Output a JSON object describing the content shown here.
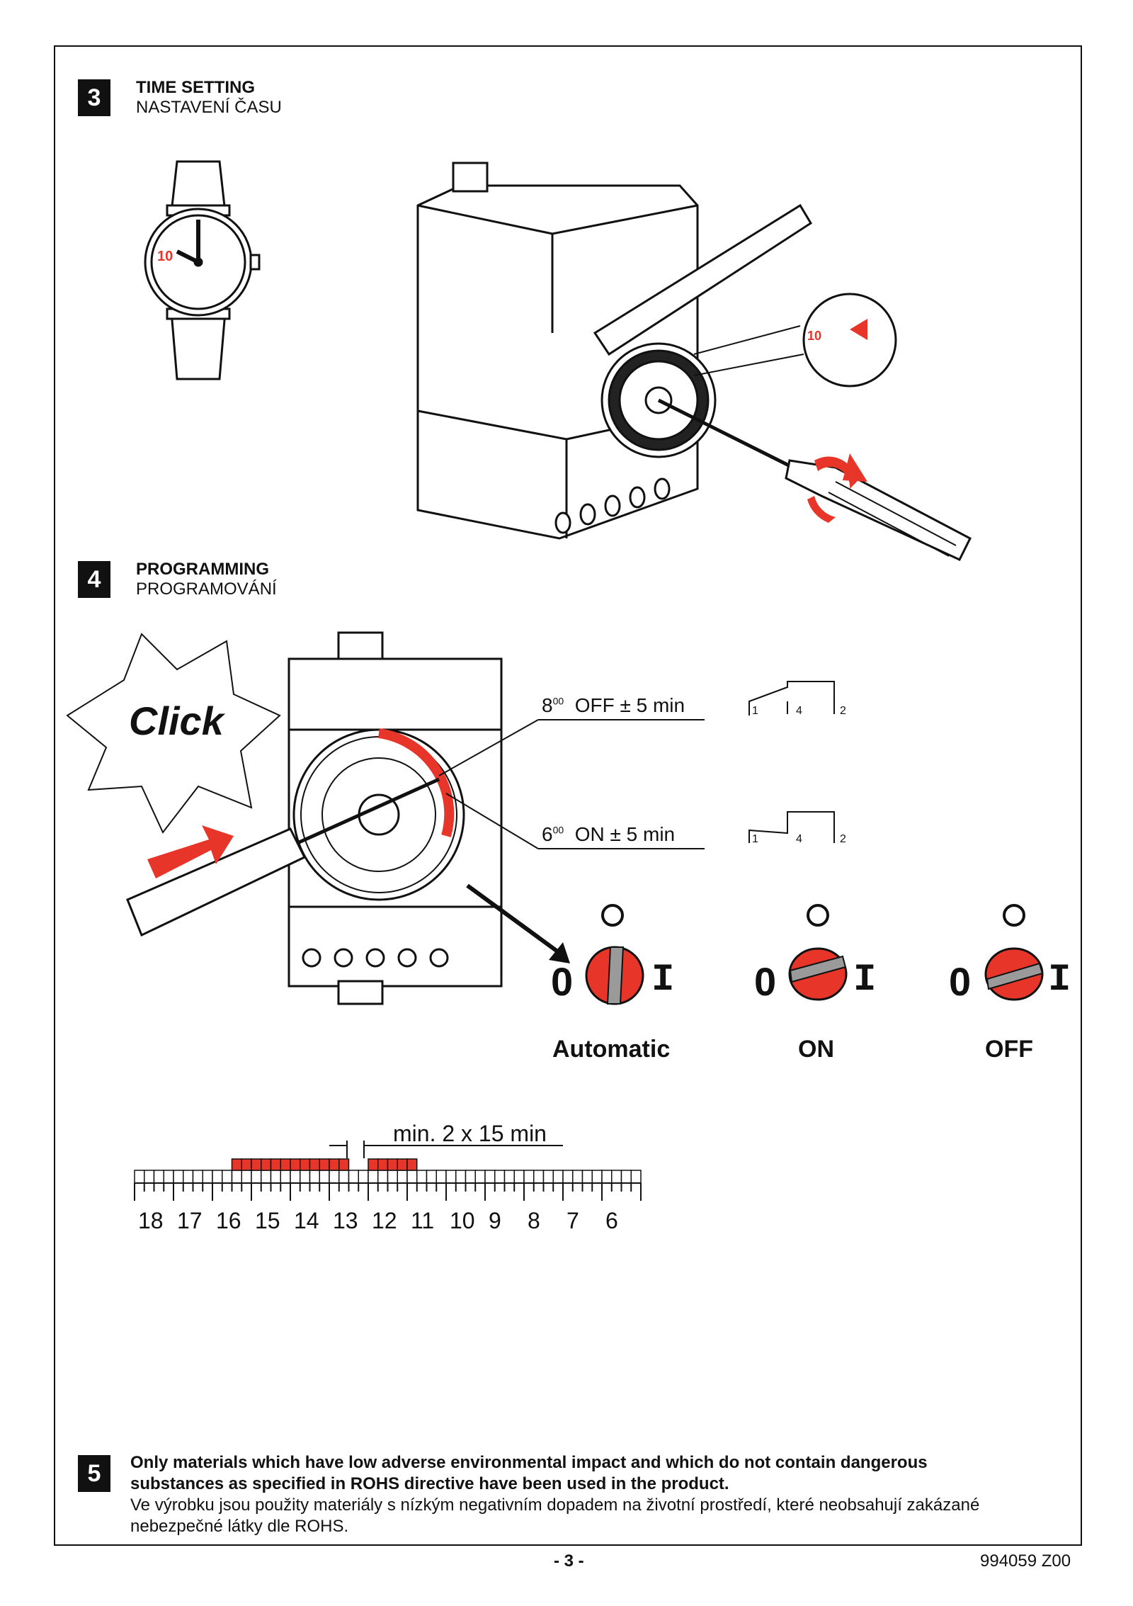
{
  "sections": {
    "time_setting": {
      "number": "3",
      "title_en": "TIME SETTING",
      "title_cz": "NASTAVENÍ ČASU",
      "watch_hour_label": "10",
      "dial_label": "10"
    },
    "programming": {
      "number": "4",
      "title_en": "PROGRAMMING",
      "title_cz": "PROGRAMOVÁNÍ",
      "click_label": "Click",
      "off_time": "8",
      "off_sup": "00",
      "off_text": "OFF ± 5 min",
      "on_time": "6",
      "on_sup": "00",
      "on_text": "ON ± 5 min",
      "contacts": [
        "1",
        "4",
        "2"
      ],
      "switch_zero": "0",
      "switch_one": "I",
      "modes": [
        {
          "label": "Automatic"
        },
        {
          "label": "ON"
        },
        {
          "label": "OFF"
        }
      ],
      "scale_note": "min. 2 x 15 min",
      "scale_hours": [
        "18",
        "17",
        "16",
        "15",
        "14",
        "13",
        "12",
        "11",
        "10",
        "9",
        "8",
        "7",
        "6"
      ]
    },
    "environment": {
      "number": "5",
      "bold_line1": "Only materials which have low adverse environmental impact and which do not contain dangerous",
      "bold_line2": "substances as specified in ROHS directive have been used in the product.",
      "normal_line1": "Ve výrobku jsou použity materiály s nízkým negativním dopadem na životní prostředí, které neobsahují zakázané",
      "normal_line2": "nebezpečné látky dle ROHS."
    }
  },
  "footer": {
    "page": "- 3 -",
    "code": "994059 Z00"
  },
  "colors": {
    "accent_red": "#e8352a",
    "ink": "#111111",
    "grey": "#9a9a9a"
  }
}
